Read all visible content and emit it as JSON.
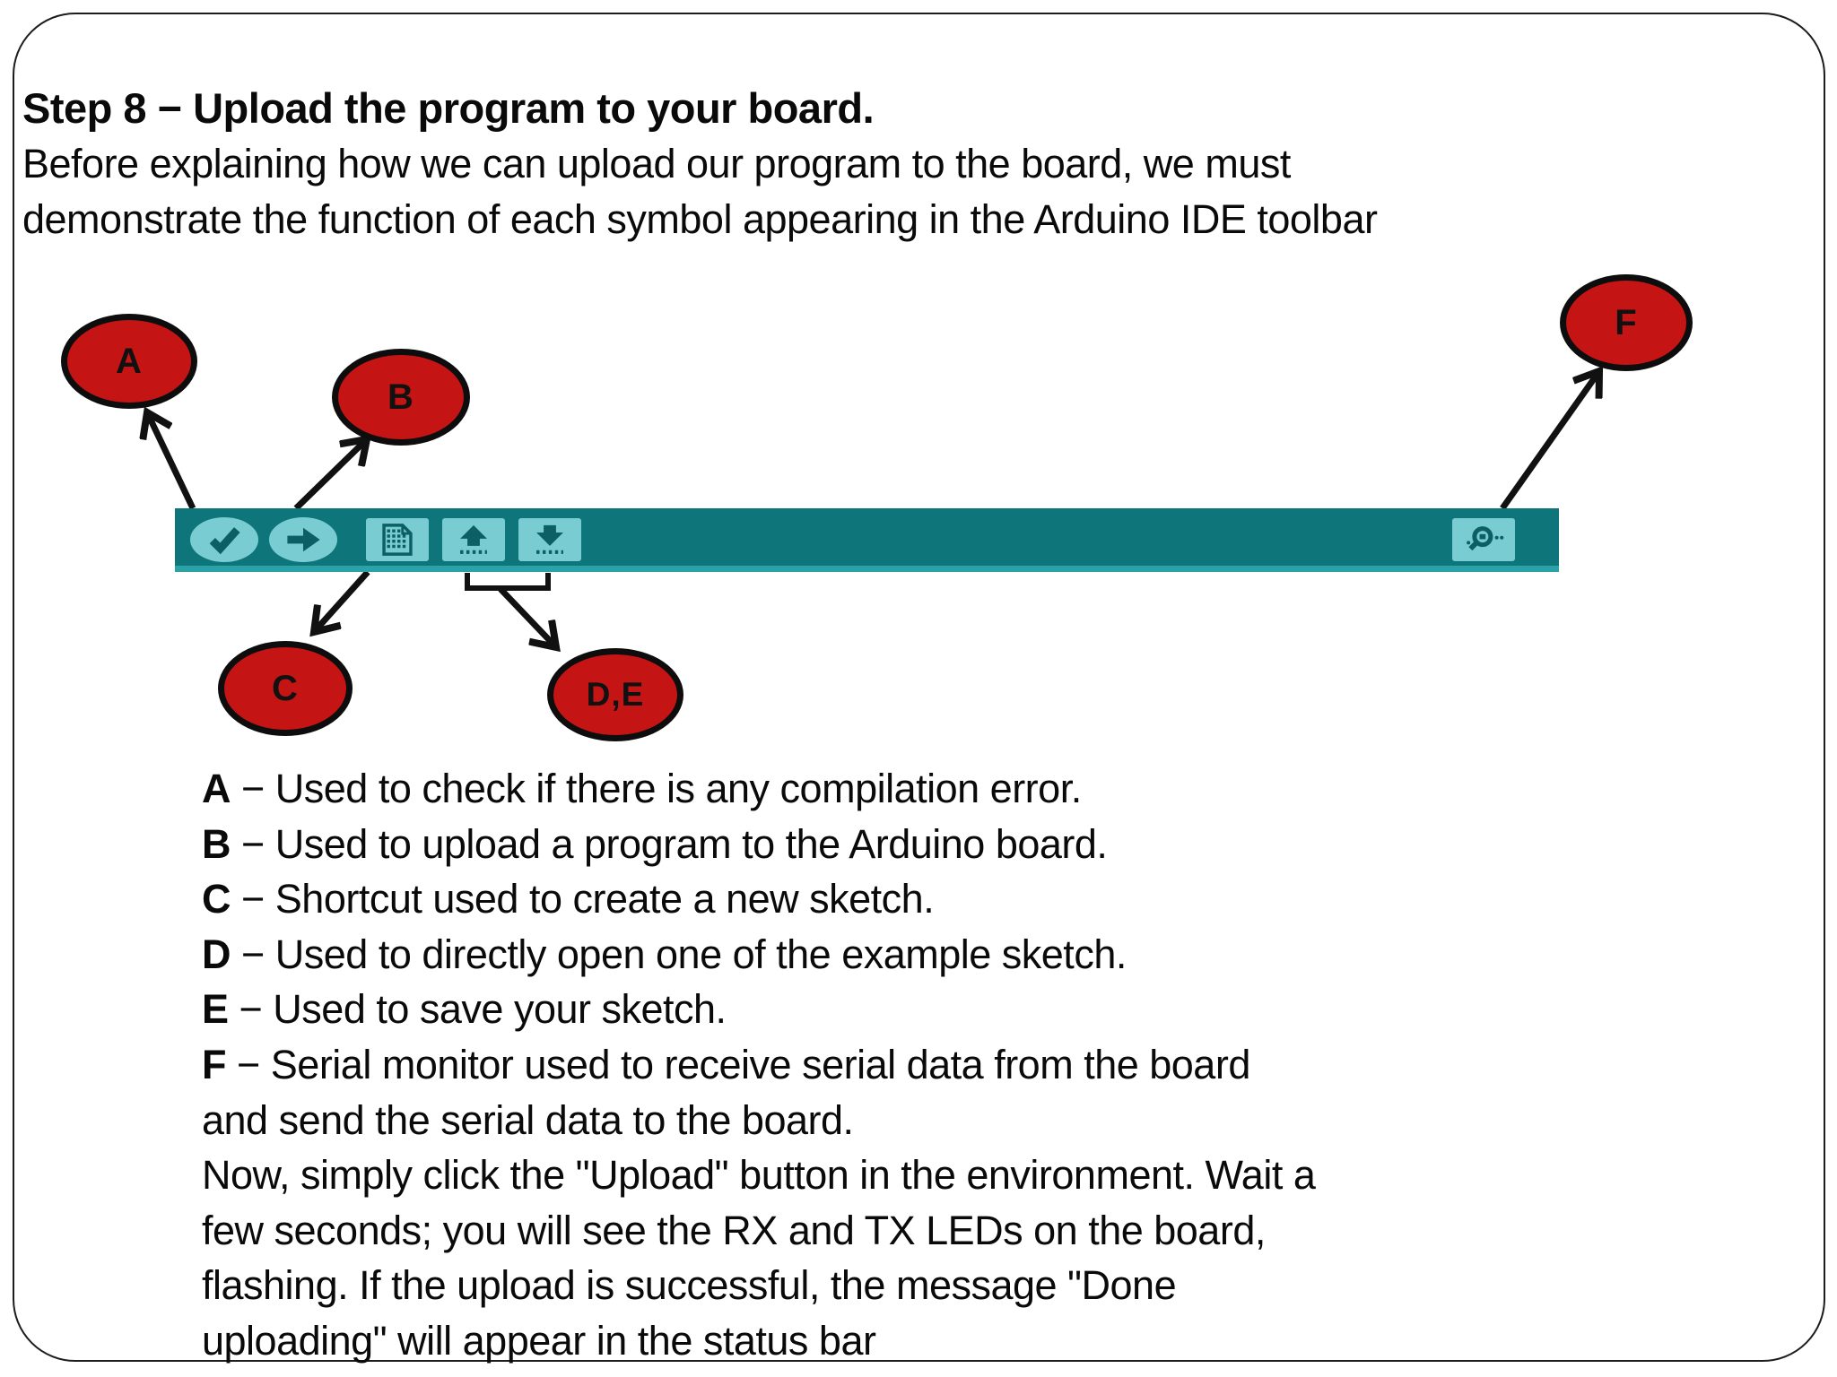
{
  "page": {
    "title": "Step 8 − Upload the program to your board.",
    "intro_line1": "Before explaining how we can upload our program to the board, we must",
    "intro_line2": "demonstrate the function of each symbol appearing in the Arduino IDE toolbar"
  },
  "toolbar": {
    "description": "Arduino IDE toolbar strip",
    "bar_color": "#0e767b",
    "bar_edge_color": "#2aa2a7",
    "button_color": "#79cdd2",
    "glyph_color": "#0c5f64",
    "buttons": [
      {
        "name": "verify",
        "icon": "check-icon"
      },
      {
        "name": "upload",
        "icon": "right-arrow-icon"
      },
      {
        "name": "new-sketch",
        "icon": "document-grid-icon"
      },
      {
        "name": "open-sketch",
        "icon": "up-arrow-icon"
      },
      {
        "name": "save-sketch",
        "icon": "down-arrow-icon"
      },
      {
        "name": "serial-monitor",
        "icon": "magnifier-icon"
      }
    ]
  },
  "annotations": {
    "bubble_color": "#c41414",
    "labels": {
      "a": "A",
      "b": "B",
      "c": "C",
      "de": "D,E",
      "f": "F"
    }
  },
  "legend": {
    "items": [
      {
        "b": "A",
        "t": " − Used to check if there is any compilation error."
      },
      {
        "b": "B",
        "t": " − Used to upload a program to the Arduino board."
      },
      {
        "b": "C",
        "t": " − Shortcut used to create a new sketch."
      },
      {
        "b": "D",
        "t": " − Used to directly open one of the example sketch."
      },
      {
        "b": "E",
        "t": " − Used to save your sketch."
      },
      {
        "b": "F",
        "t": " − Serial monitor used to receive serial data from the board"
      },
      {
        "b": "",
        "t": "and send the serial data to the board."
      },
      {
        "b": "",
        "t": "Now, simply click the \"Upload\" button in the environment. Wait a"
      },
      {
        "b": "",
        "t": "few seconds; you will see the RX and TX LEDs on the board,"
      },
      {
        "b": "",
        "t": "flashing. If the upload is successful, the message \"Done"
      },
      {
        "b": "",
        "t": "uploading\" will appear in the status bar"
      }
    ]
  }
}
